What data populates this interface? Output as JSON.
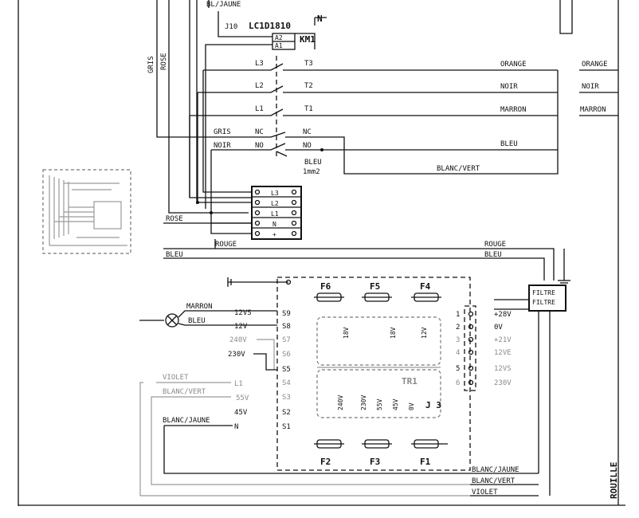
{
  "labels": {
    "bl_jaune": "BL/JAUNE",
    "j10": "J10",
    "relay": "LC1D1810",
    "relay_suffix": "N",
    "a2": "A2",
    "a1": "A1",
    "km1": "KM1",
    "gris_v": "GRIS",
    "rose_v": "ROSE",
    "l3": "L3",
    "t3": "T3",
    "l2": "L2",
    "t2": "T2",
    "l1": "L1",
    "t1": "T1",
    "gris": "GRIS",
    "nc_left": "NC",
    "nc_right": "NC",
    "noir": "NOIR",
    "no_left": "NO",
    "no_right": "NO",
    "bleu_cable": "BLEU",
    "section": "1mm2",
    "orange_1": "ORANGE",
    "orange_2": "ORANGE",
    "noir_1": "NOIR",
    "noir_2": "NOIR",
    "marron_1": "MARRON",
    "marron_2": "MARRON",
    "bleu_1": "BLEU",
    "blanc_vert_top": "BLANC/VERT",
    "tb_l3": "L3",
    "tb_l2": "L2",
    "tb_l1": "L1",
    "tb_n": "N",
    "tb_pe": "+",
    "rose_h": "ROSE",
    "rouge_h": "ROUGE",
    "bleu_h": "BLEU",
    "rouge_r": "ROUGE",
    "bleu_r": "BLEU",
    "filtre_1": "FILTRE",
    "filtre_2": "FILTRE",
    "f6": "F6",
    "f5": "F5",
    "f4": "F4",
    "f3": "F3",
    "f2": "F2",
    "f1": "F1",
    "marron_lamp": "MARRON",
    "bleu_lamp": "BLEU",
    "v12vs": "12VS",
    "v12v": "12V",
    "v240v": "240V",
    "v230v": "230V",
    "s9": "S9",
    "s8": "S8",
    "s7": "S7",
    "s6": "S6",
    "s5": "S5",
    "s4": "S4",
    "s3": "S3",
    "s2": "S2",
    "s1": "S1",
    "violet": "VIOLET",
    "l1_grey": "L1",
    "blanc_vert": "BLANC/VERT",
    "v55v": "55V",
    "v45v": "45V",
    "blanc_jaune": "BLANC/JAUNE",
    "n_lbl": "N",
    "tr1": "TR1",
    "j3": "J 3",
    "p1": "1",
    "p2": "2",
    "p3": "3",
    "p4": "4",
    "p5": "5",
    "p6": "6",
    "o28v": "+28V",
    "o0v": "0V",
    "o21v": "+21V",
    "o12ve": "12VE",
    "o12vs": "12VS",
    "o230v": "230V",
    "tr_18v_a": "18V",
    "tr_18v_b": "18V",
    "tr_12v": "12V",
    "tr_240v": "240V",
    "tr_230v": "230V",
    "tr_55v": "55V",
    "tr_45v": "45V",
    "tr_0v": "0V",
    "b_blanc_jaune": "BLANC/JAUNE",
    "b_blanc_vert": "BLANC/VERT",
    "b_violet": "VIOLET",
    "rouille": "ROUILLE"
  }
}
